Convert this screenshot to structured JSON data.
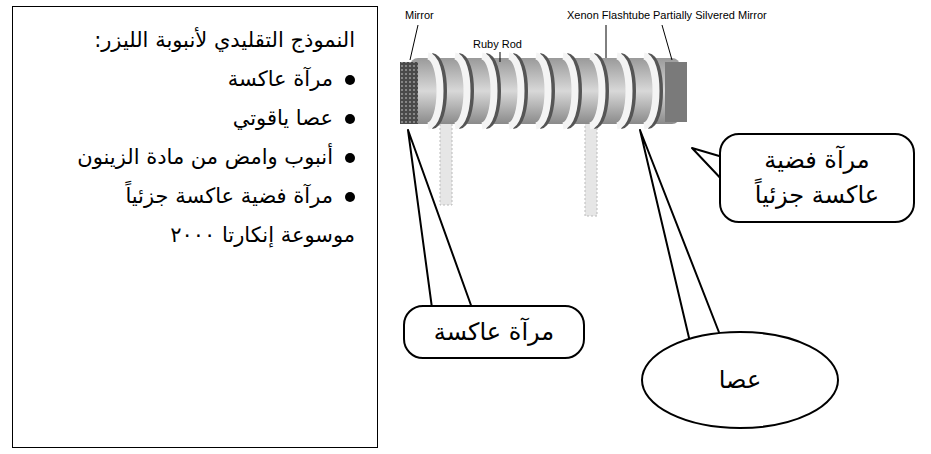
{
  "diagram": {
    "nodes": [
      {
        "text": [
          "النموذج التقليدي لأنبوبة الليزر:",
          "مرآة عاكسة",
          "عصا ياقوتي",
          "أنبوب وامض من مادة الزينون",
          "مرآة فضية عاكسة جزئياً",
          "موسوعة إنكارتا ٢٠٠٠"
        ]
      },
      {
        "text": [
          "مرآة فضية عاكسة جزئياً"
        ]
      },
      {
        "text": [
          "مرآة عاكسة"
        ]
      },
      {
        "text": [
          "عصا"
        ]
      }
    ],
    "labels": [
      "Mirror",
      "Ruby Rod",
      "Xenon Flashtube",
      "Partially Silvered Mirror"
    ]
  }
}
